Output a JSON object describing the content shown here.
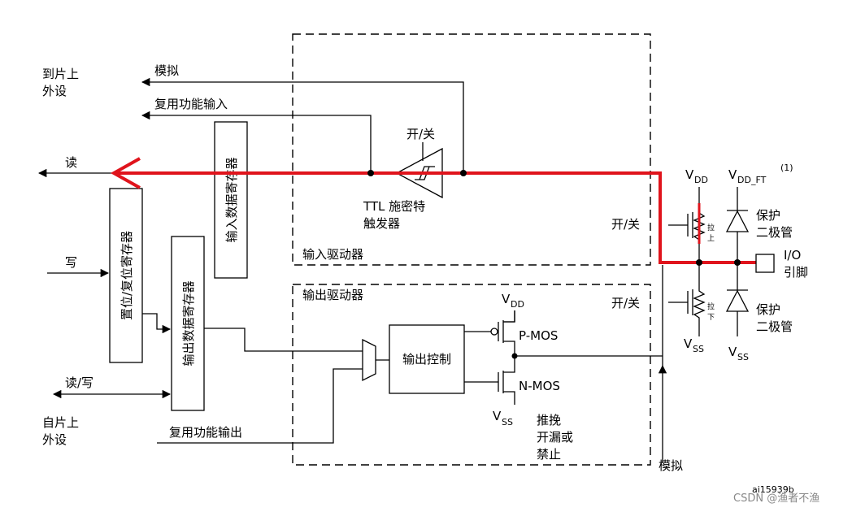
{
  "labels": {
    "to_onchip_peripheral": [
      "到片上",
      "外设"
    ],
    "from_onchip_peripheral": [
      "自片上",
      "外设"
    ],
    "analog_top": "模拟",
    "alt_func_input": "复用功能输入",
    "read": "读",
    "write": "写",
    "read_write": "读/写",
    "alt_func_output": "复用功能输出",
    "input_data_register": "输入数据寄存器",
    "bit_set_reset_register": "置位/复位寄存器",
    "output_data_register": "输出数据寄存器",
    "on_off_trigger": "开/关",
    "ttl_schmitt": [
      "TTL 施密特",
      "触发器"
    ],
    "input_driver": "输入驱动器",
    "output_driver": "输出驱动器",
    "output_control": "输出控制",
    "vdd": "V",
    "vdd_sub": "DD",
    "vss": "V",
    "vss_sub": "SS",
    "vdd_ft": "V",
    "vdd_ft_sub": "DD_FT",
    "vdd_ft_sup": "(1)",
    "pmos": "P-MOS",
    "nmos": "N-MOS",
    "mode_lines": [
      "推挽",
      "开漏或",
      "禁止"
    ],
    "on_off_in": "开/关",
    "on_off_out": "开/关",
    "pull_up": [
      "拉",
      "上"
    ],
    "pull_down": [
      "拉",
      "下"
    ],
    "protect_diode_top": [
      "保护",
      "二极管"
    ],
    "protect_diode_bot": [
      "保护",
      "二极管"
    ],
    "io_pin": [
      "I/O",
      "引脚"
    ],
    "analog_bottom": "模拟",
    "figure_id": "ai15939b",
    "watermark": "CSDN @渔者不渔"
  },
  "colors": {
    "highlight": "#e0141c",
    "watermark": "#888888"
  }
}
